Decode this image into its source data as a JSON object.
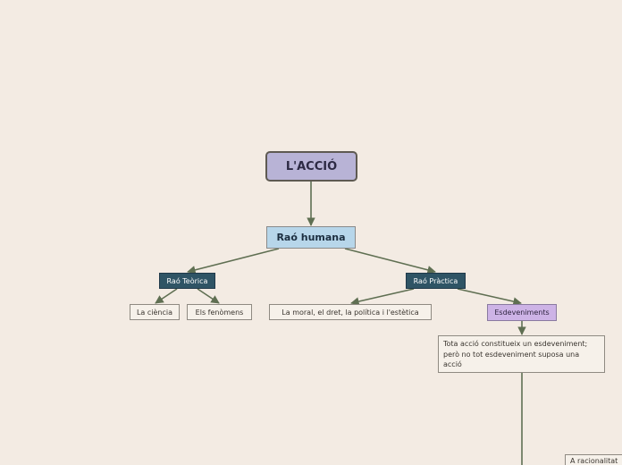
{
  "nodes": {
    "root": "L'ACCIÓ",
    "human_reason": "Raó humana",
    "theoretical_reason": "Raó Teòrica",
    "practical_reason": "Raó Pràctica",
    "science": "La ciència",
    "phenomena": "Els fenòmens",
    "moral": "La moral, el dret, la política i l'estètica",
    "events": "Esdeveniments",
    "every_action": "Tota acció constitueix un esdeveniment; però no tot esdeveniment suposa una acció",
    "rationality": "A racionalitat"
  },
  "colors": {
    "background": "#f3ebe3",
    "connector": "#5f6f52",
    "root_fill": "#b8b3d6",
    "human_fill": "#b7d6ea",
    "reason_fill": "#2f5465",
    "events_fill": "#cdb3e6",
    "leaf_fill": "#f6f1ea"
  }
}
